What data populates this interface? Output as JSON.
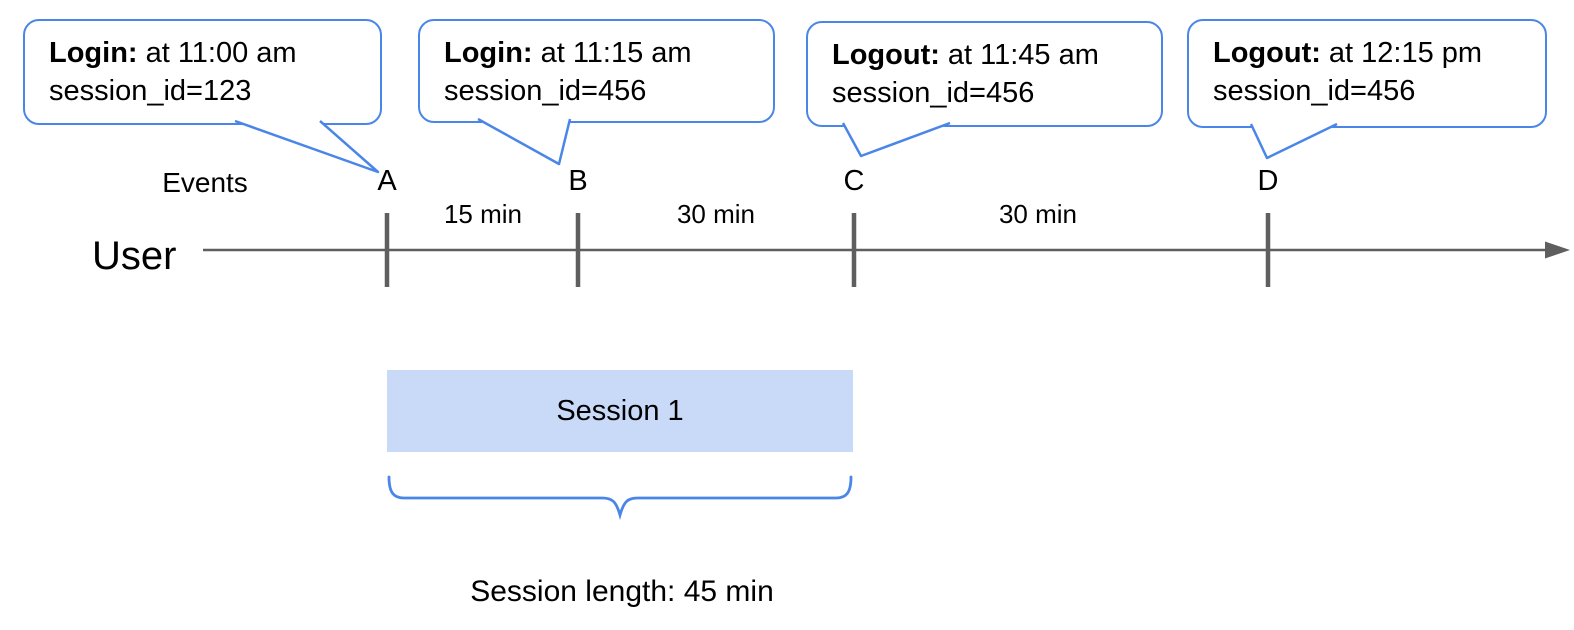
{
  "page": {
    "background": "#ffffff"
  },
  "colors": {
    "accent_blue": "#4a86e8",
    "session_fill": "#c9daf8",
    "timeline_gray": "#5f5f5f",
    "text": "#000000"
  },
  "callouts": [
    {
      "event": "A",
      "action": "Login:",
      "detail": "at 11:00 am",
      "session": "session_id=123"
    },
    {
      "event": "B",
      "action": "Login:",
      "detail": "at 11:15 am",
      "session": "session_id=456"
    },
    {
      "event": "C",
      "action": "Logout:",
      "detail": "at 11:45 am",
      "session": "session_id=456"
    },
    {
      "event": "D",
      "action": "Logout:",
      "detail": "at 12:15 pm",
      "session": "session_id=456"
    }
  ],
  "timeline": {
    "row_label": "User",
    "events_label": "Events",
    "event_markers": [
      "A",
      "B",
      "C",
      "D"
    ],
    "intervals": [
      "15 min",
      "30 min",
      "30 min"
    ]
  },
  "session": {
    "box_label": "Session 1",
    "length_label": "Session length: 45 min"
  }
}
